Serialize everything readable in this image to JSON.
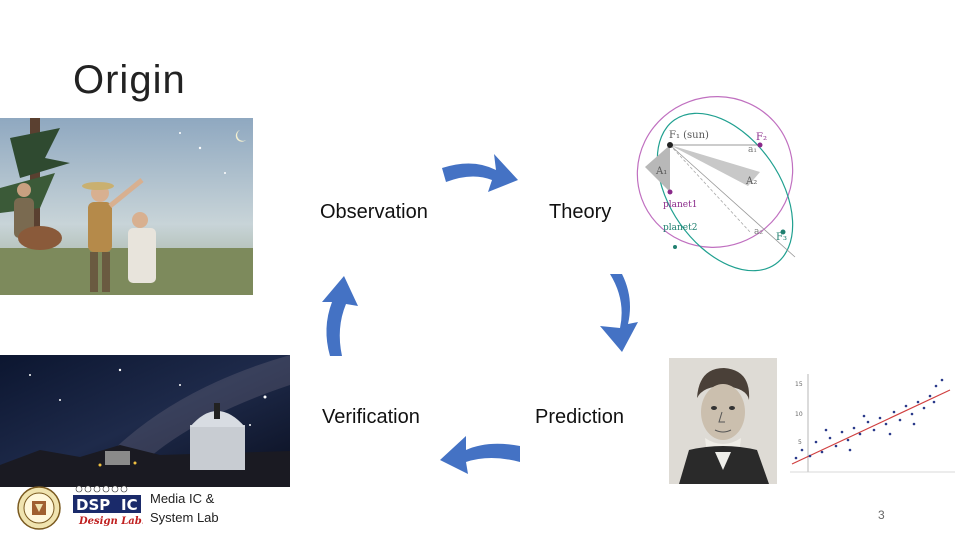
{
  "slide": {
    "title": "Origin",
    "cycle": {
      "observation": "Observation",
      "theory": "Theory",
      "prediction": "Prediction",
      "verification": "Verification"
    },
    "kepler_diagram": {
      "f1_label": "F₁ (sun)",
      "f2_label": "F₂",
      "f3_label": "F₃",
      "a1_label": "a₁",
      "a2_label": "a₂",
      "area1_label": "A₁",
      "area2_label": "A₂",
      "planet1_label": "planet1",
      "planet2_label": "planet2"
    },
    "footer": {
      "lab_line1": "Media IC &",
      "lab_line2": "System Lab",
      "logo_text_dsp": "DSP",
      "logo_text_ic": "IC",
      "logo_text_design": "Design Lab."
    },
    "page_number": "3"
  },
  "colors": {
    "arrow_blue": "#4472c4",
    "title_text": "#222222",
    "ellipse_purple": "#b060b0",
    "ellipse_teal": "#20a090"
  }
}
